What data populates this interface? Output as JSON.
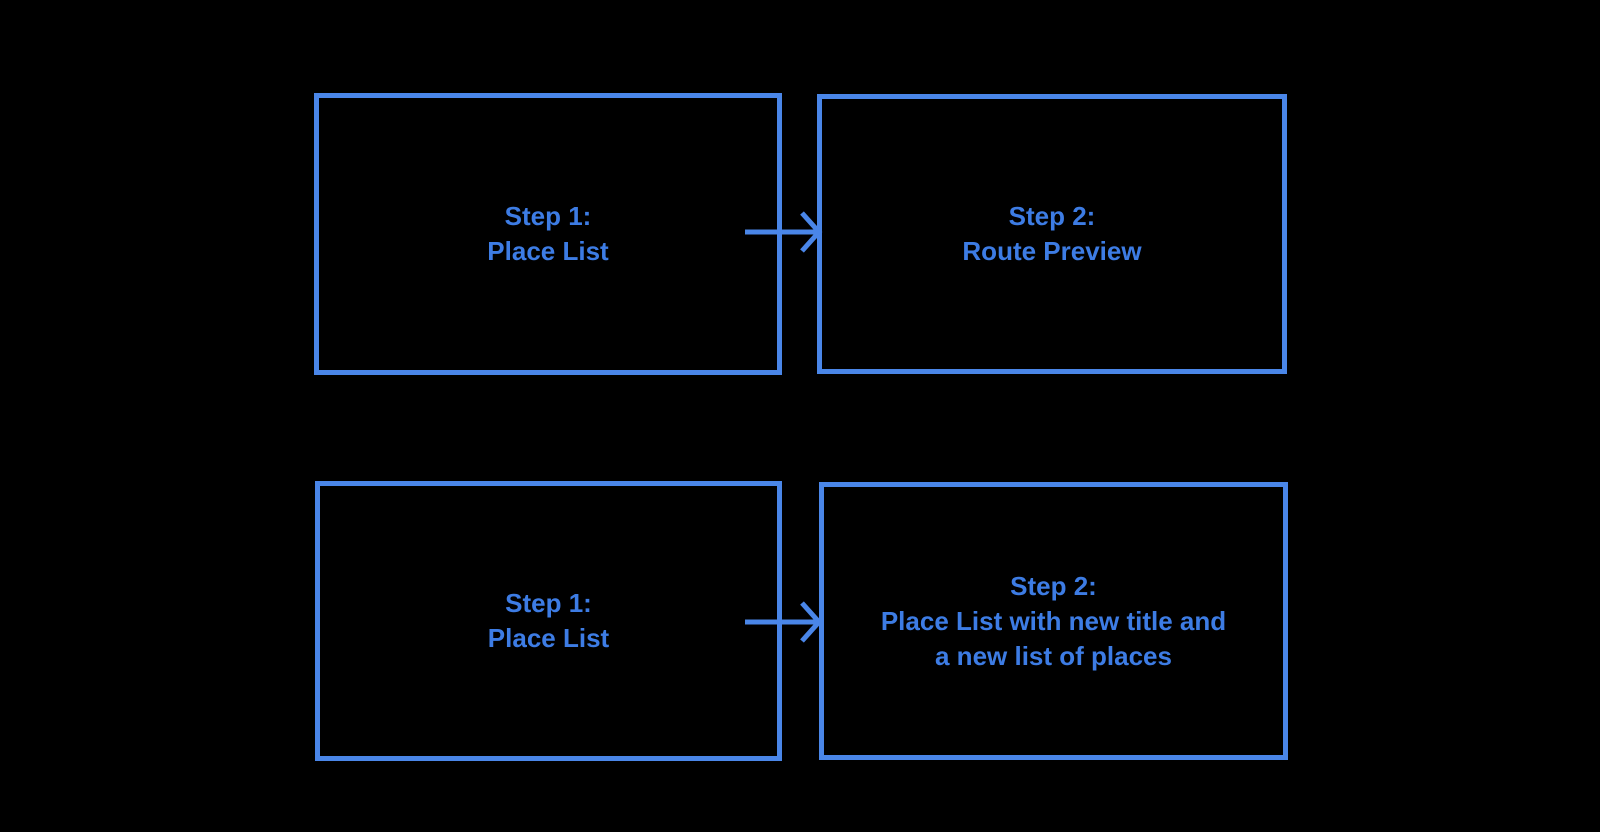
{
  "colors": {
    "background": "#000000",
    "accent": "#4a86e8",
    "text": "#3d7ce4"
  },
  "boxes": [
    {
      "id": "step1-top",
      "lines": [
        "Step 1:",
        "Place List"
      ]
    },
    {
      "id": "step2-top",
      "lines": [
        "Step 2:",
        "Route Preview"
      ]
    },
    {
      "id": "step1-bottom",
      "lines": [
        "Step 1:",
        "Place List"
      ]
    },
    {
      "id": "step2-bottom",
      "lines": [
        "Step 2:",
        "Place List with new title and",
        "a new list of places"
      ]
    }
  ],
  "arrows": [
    {
      "id": "arrow-top",
      "from": "step1-top",
      "to": "step2-top",
      "direction": "right"
    },
    {
      "id": "arrow-bottom",
      "from": "step1-bottom",
      "to": "step2-bottom",
      "direction": "right"
    }
  ]
}
